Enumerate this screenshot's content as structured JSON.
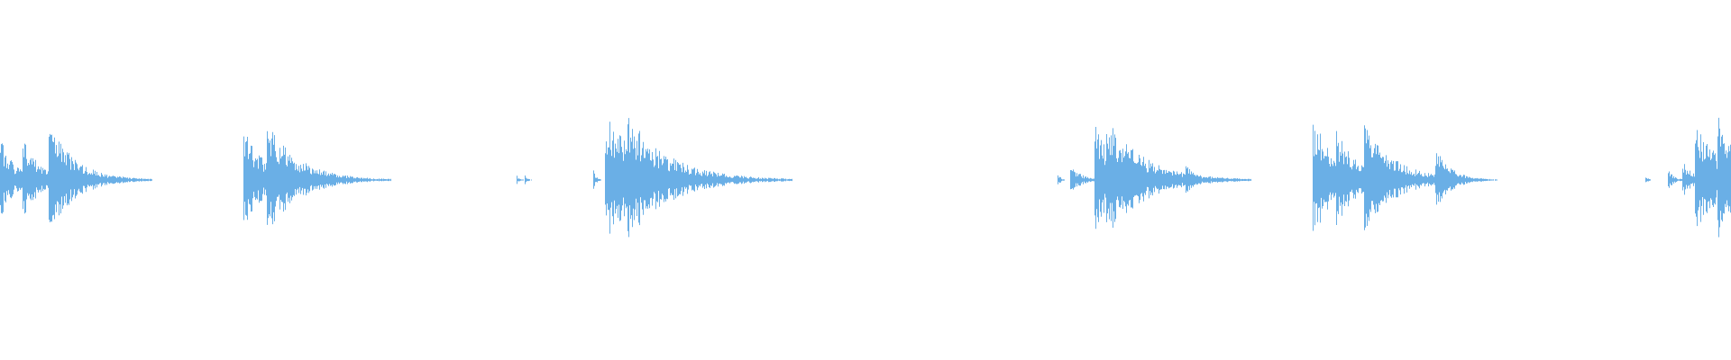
{
  "waveform": {
    "color": "#6aafe6",
    "background": "#ffffff",
    "duration": 1,
    "bursts": [
      {
        "t": 0.0,
        "amp": 0.26,
        "decay": 0.006,
        "seed": 1
      },
      {
        "t": 0.013,
        "amp": 0.28,
        "decay": 0.006,
        "seed": 2
      },
      {
        "t": 0.028,
        "amp": 0.36,
        "decay": 0.01,
        "seed": 3
      },
      {
        "t": 0.1405,
        "amp": 0.34,
        "decay": 0.008,
        "seed": 4
      },
      {
        "t": 0.154,
        "amp": 0.36,
        "decay": 0.012,
        "seed": 5
      },
      {
        "t": 0.2985,
        "amp": 0.03,
        "decay": 0.001,
        "seed": 6
      },
      {
        "t": 0.303,
        "amp": 0.03,
        "decay": 0.001,
        "seed": 7
      },
      {
        "t": 0.3425,
        "amp": 0.06,
        "decay": 0.001,
        "seed": 8
      },
      {
        "t": 0.3495,
        "amp": 0.44,
        "decay": 0.014,
        "seed": 9
      },
      {
        "t": 0.362,
        "amp": 0.42,
        "decay": 0.016,
        "seed": 10
      },
      {
        "t": 0.407,
        "amp": 0.06,
        "decay": 0.001,
        "seed": 11
      },
      {
        "t": 0.416,
        "amp": 0.02,
        "decay": 0.001,
        "seed": 12
      },
      {
        "t": 0.611,
        "amp": 0.05,
        "decay": 0.001,
        "seed": 13
      },
      {
        "t": 0.618,
        "amp": 0.1,
        "decay": 0.004,
        "seed": 14
      },
      {
        "t": 0.6325,
        "amp": 0.36,
        "decay": 0.01,
        "seed": 15
      },
      {
        "t": 0.639,
        "amp": 0.4,
        "decay": 0.014,
        "seed": 16
      },
      {
        "t": 0.672,
        "amp": 0.03,
        "decay": 0.001,
        "seed": 17
      },
      {
        "t": 0.678,
        "amp": 0.03,
        "decay": 0.001,
        "seed": 18
      },
      {
        "t": 0.685,
        "amp": 0.1,
        "decay": 0.004,
        "seed": 19
      },
      {
        "t": 0.7585,
        "amp": 0.38,
        "decay": 0.01,
        "seed": 20
      },
      {
        "t": 0.772,
        "amp": 0.32,
        "decay": 0.008,
        "seed": 21
      },
      {
        "t": 0.788,
        "amp": 0.34,
        "decay": 0.012,
        "seed": 22
      },
      {
        "t": 0.8155,
        "amp": 0.02,
        "decay": 0.001,
        "seed": 23
      },
      {
        "t": 0.829,
        "amp": 0.2,
        "decay": 0.006,
        "seed": 24
      },
      {
        "t": 0.9505,
        "amp": 0.03,
        "decay": 0.001,
        "seed": 25
      },
      {
        "t": 0.9635,
        "amp": 0.08,
        "decay": 0.002,
        "seed": 26
      },
      {
        "t": 0.972,
        "amp": 0.12,
        "decay": 0.004,
        "seed": 27
      },
      {
        "t": 0.979,
        "amp": 0.36,
        "decay": 0.012,
        "seed": 28
      },
      {
        "t": 0.992,
        "amp": 0.4,
        "decay": 0.014,
        "seed": 29
      }
    ]
  }
}
